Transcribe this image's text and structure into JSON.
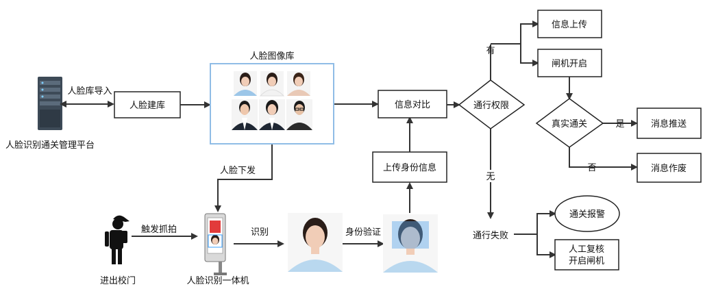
{
  "labels": {
    "platform": "人脸识别通关管理平台",
    "import_edge": "人脸库导入",
    "build_library": "人脸建库",
    "face_library_title": "人脸图像库",
    "issue_edge": "人脸下发",
    "student": "进出校门",
    "trigger_edge": "触发抓拍",
    "terminal": "人脸识别一体机",
    "recognize_edge": "识别",
    "id_verify_edge": "身份验证",
    "upload_id": "上传身份信息",
    "compare": "信息对比",
    "permission": "通行权限",
    "has": "有",
    "none": "无",
    "upload_info": "信息上传",
    "open_gate": "闸机开启",
    "real_pass": "真实通关",
    "yes": "是",
    "no": "否",
    "push_msg": "消息推送",
    "void_msg": "消息作废",
    "fail": "通行失败",
    "alarm": "通关报警",
    "manual_line1": "人工复核",
    "manual_line2": "开启闸机"
  },
  "colors": {
    "line": "#333333",
    "library_border": "#8fbce6",
    "server": "#3d4a57",
    "scan_highlight": "#5aa7e8"
  }
}
